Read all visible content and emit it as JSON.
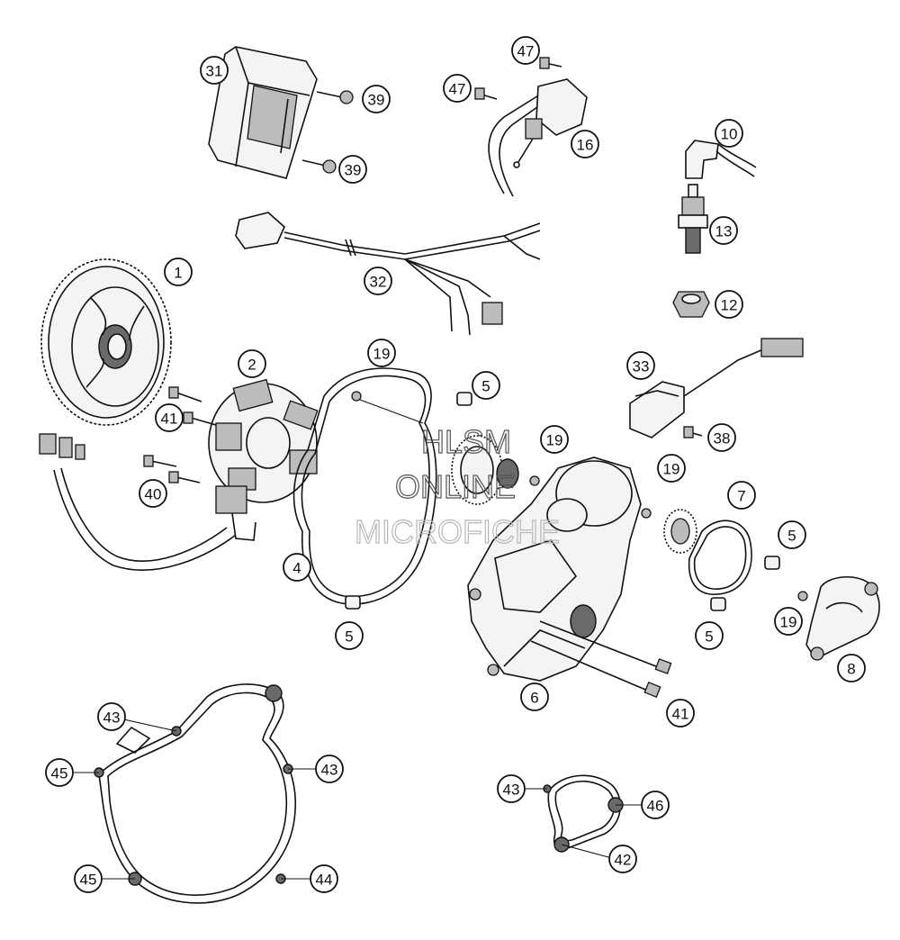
{
  "watermark": {
    "line1": "HLSM",
    "line2": "ONLINE",
    "line3": "MICROFICHE"
  },
  "callouts": [
    {
      "id": "c-31",
      "label": "31"
    },
    {
      "id": "c-39a",
      "label": "39"
    },
    {
      "id": "c-39b",
      "label": "39"
    },
    {
      "id": "c-47a",
      "label": "47"
    },
    {
      "id": "c-47b",
      "label": "47"
    },
    {
      "id": "c-16",
      "label": "16"
    },
    {
      "id": "c-10",
      "label": "10"
    },
    {
      "id": "c-13",
      "label": "13"
    },
    {
      "id": "c-12",
      "label": "12"
    },
    {
      "id": "c-32",
      "label": "32"
    },
    {
      "id": "c-1",
      "label": "1"
    },
    {
      "id": "c-2",
      "label": "2"
    },
    {
      "id": "c-19a",
      "label": "19"
    },
    {
      "id": "c-5a",
      "label": "5"
    },
    {
      "id": "c-33",
      "label": "33"
    },
    {
      "id": "c-41a",
      "label": "41"
    },
    {
      "id": "c-19b",
      "label": "19"
    },
    {
      "id": "c-38",
      "label": "38"
    },
    {
      "id": "c-19c",
      "label": "19"
    },
    {
      "id": "c-7",
      "label": "7"
    },
    {
      "id": "c-40",
      "label": "40"
    },
    {
      "id": "c-5b",
      "label": "5"
    },
    {
      "id": "c-4",
      "label": "4"
    },
    {
      "id": "c-19d",
      "label": "19"
    },
    {
      "id": "c-5c",
      "label": "5"
    },
    {
      "id": "c-5d",
      "label": "5"
    },
    {
      "id": "c-8",
      "label": "8"
    },
    {
      "id": "c-6",
      "label": "6"
    },
    {
      "id": "c-41b",
      "label": "41"
    },
    {
      "id": "c-43a",
      "label": "43"
    },
    {
      "id": "c-45a",
      "label": "45"
    },
    {
      "id": "c-43b",
      "label": "43"
    },
    {
      "id": "c-43c",
      "label": "43"
    },
    {
      "id": "c-46",
      "label": "46"
    },
    {
      "id": "c-42",
      "label": "42"
    },
    {
      "id": "c-45b",
      "label": "45"
    },
    {
      "id": "c-44",
      "label": "44"
    }
  ]
}
